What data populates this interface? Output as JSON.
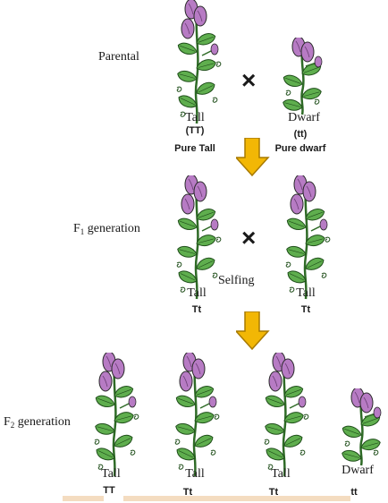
{
  "parental": {
    "label": "Parental",
    "tall": {
      "name": "Tall",
      "genotype": "(TT)",
      "note": "Pure Tall"
    },
    "dwarf": {
      "name": "Dwarf",
      "genotype": "(tt)",
      "note": "Pure dwarf"
    },
    "cross_symbol": "×"
  },
  "f1": {
    "label_main": "F",
    "label_sub": "1",
    "label_rest": " generation",
    "left": {
      "name": "Tall",
      "genotype": "Tt"
    },
    "right": {
      "name": "Tall",
      "genotype": "Tt"
    },
    "cross_symbol": "×",
    "selfing": "Selfing"
  },
  "f2": {
    "label_main": "F",
    "label_sub": "2",
    "label_rest": " generation",
    "plants": [
      {
        "name": "Tall",
        "genotype": "TT"
      },
      {
        "name": "Tall",
        "genotype": "Tt"
      },
      {
        "name": "Tall",
        "genotype": "Tt"
      },
      {
        "name": "Dwarf",
        "genotype": "tt"
      }
    ]
  },
  "colors": {
    "arrow": "#f2b705",
    "arrow_outline": "#a87a00",
    "flower": "#b77bc4",
    "leaf": "#5fae4e",
    "baseline": "#f4dcc0"
  }
}
